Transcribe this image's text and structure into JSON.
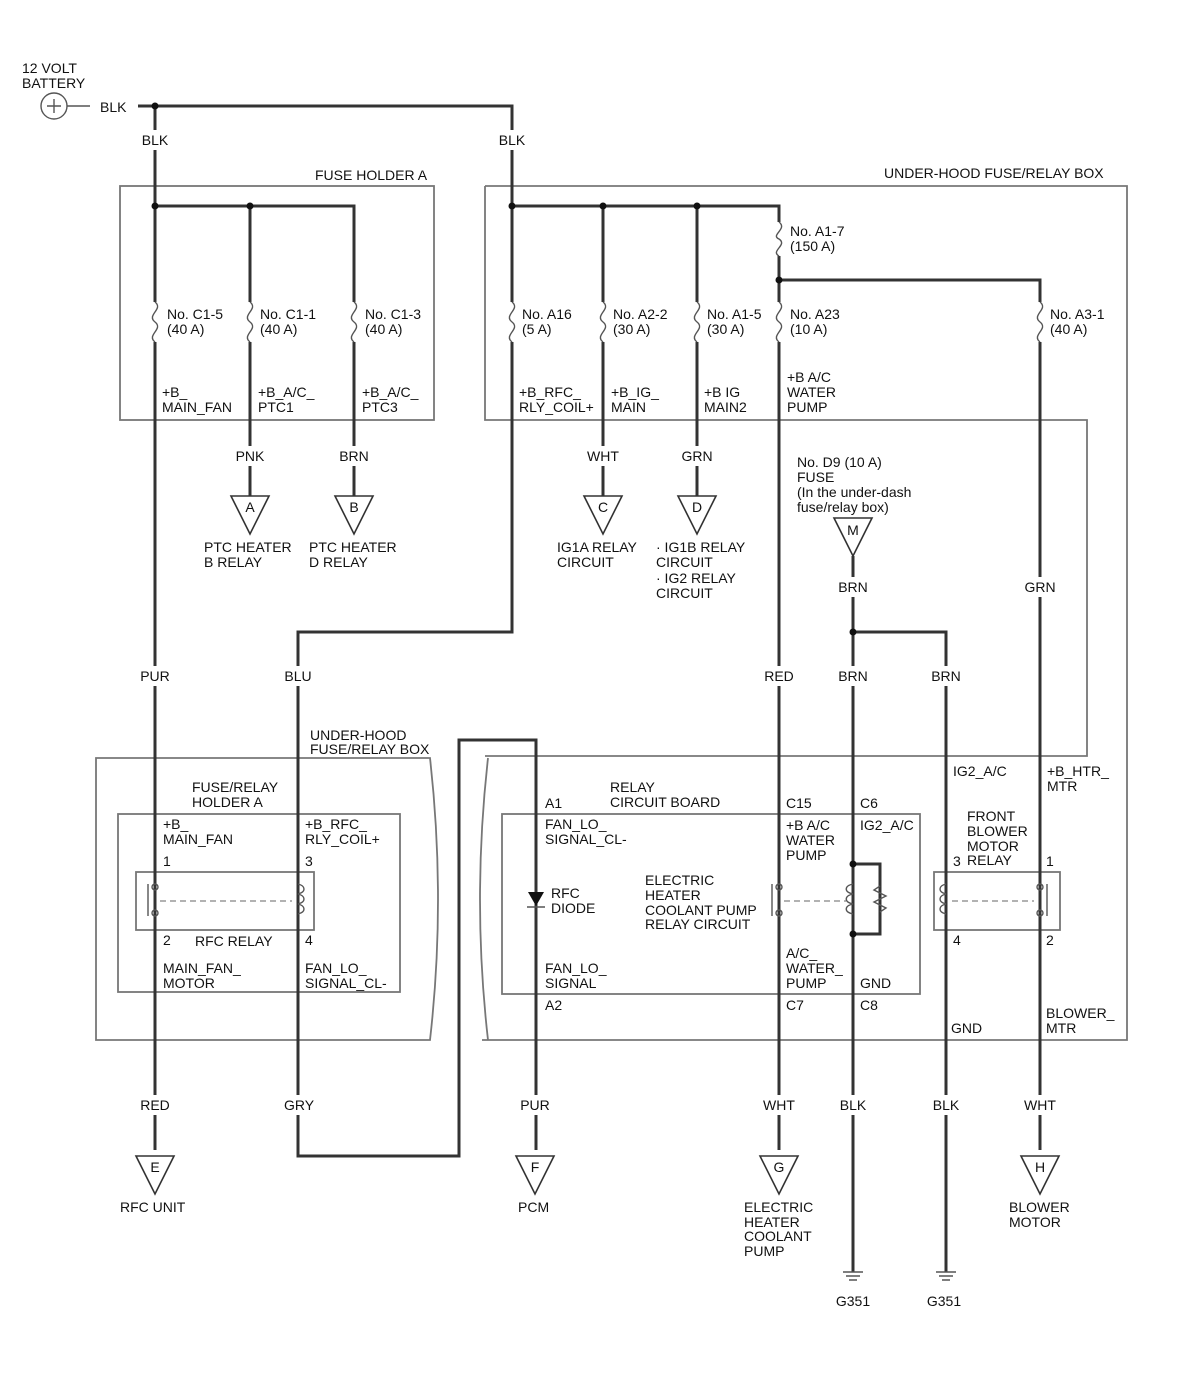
{
  "battery": {
    "line1": "12 VOLT",
    "line2": "BATTERY",
    "wire": "BLK"
  },
  "wire_colors": {
    "blk_left": "BLK",
    "blk_right": "BLK",
    "pnk": "PNK",
    "brn_b": "BRN",
    "wht_c": "WHT",
    "grn_d": "GRN",
    "brn_m": "BRN",
    "grn_a31": "GRN",
    "pur_top": "PUR",
    "blu": "BLU",
    "red_top": "RED",
    "brn_mid": "BRN",
    "brn_right": "BRN",
    "red_bot": "RED",
    "gry": "GRY",
    "pur_bot": "PUR",
    "wht_g": "WHT",
    "blk_g1": "BLK",
    "blk_g2": "BLK",
    "wht_h": "WHT"
  },
  "boxes": {
    "fuse_holder_a": "FUSE HOLDER A",
    "under_hood_top": "UNDER-HOOD FUSE/RELAY BOX",
    "under_hood_left_1": "UNDER-HOOD",
    "under_hood_left_2": "FUSE/RELAY BOX",
    "fuse_relay_holder_1": "FUSE/RELAY",
    "fuse_relay_holder_2": "HOLDER A",
    "relay_board_1": "RELAY",
    "relay_board_2": "CIRCUIT BOARD"
  },
  "fuses": {
    "c15": {
      "no": "No. C1-5",
      "amp": "(40 A)"
    },
    "c11": {
      "no": "No. C1-1",
      "amp": "(40 A)"
    },
    "c13": {
      "no": "No. C1-3",
      "amp": "(40 A)"
    },
    "a16": {
      "no": "No. A16",
      "amp": "(5 A)"
    },
    "a22": {
      "no": "No. A2-2",
      "amp": "(30 A)"
    },
    "a15": {
      "no": "No. A1-5",
      "amp": "(30 A)"
    },
    "a17": {
      "no": "No. A1-7",
      "amp": "(150 A)"
    },
    "a23": {
      "no": "No. A23",
      "amp": "(10 A)"
    },
    "a31": {
      "no": "No. A3-1",
      "amp": "(40 A)"
    }
  },
  "signals": {
    "main_fan_1": "+B_",
    "main_fan_2": "MAIN_FAN",
    "ptc1_1": "+B_A/C_",
    "ptc1_2": "PTC1",
    "ptc3_1": "+B_A/C_",
    "ptc3_2": "PTC3",
    "rfc_coil_1": "+B_RFC_",
    "rfc_coil_2": "RLY_COIL+",
    "ig_main_1": "+B_IG_",
    "ig_main_2": "MAIN",
    "ig_main2_1": "+B IG",
    "ig_main2_2": "MAIN2",
    "water_pump_1": "+B A/C",
    "water_pump_2": "WATER",
    "water_pump_3": "PUMP",
    "ig2_ac": "IG2_A/C",
    "htr_mtr_1": "+B_HTR_",
    "htr_mtr_2": "MTR",
    "blower_mtr_1": "BLOWER_",
    "blower_mtr_2": "MTR",
    "gnd_front": "GND"
  },
  "fuse_d9": {
    "line1": "No. D9 (10 A)",
    "line2": "FUSE",
    "line3": "(In the under-dash",
    "line4": "fuse/relay box)"
  },
  "rfc_relay": {
    "main_fan_1": "+B_",
    "main_fan_2": "MAIN_FAN",
    "coil_1": "+B_RFC_",
    "coil_2": "RLY_COIL+",
    "pin1": "1",
    "pin3": "3",
    "pin2": "2",
    "pin4": "4",
    "name": "RFC RELAY",
    "motor_1": "MAIN_FAN_",
    "motor_2": "MOTOR",
    "sig_1": "FAN_LO_",
    "sig_2": "SIGNAL_CL-"
  },
  "relay_board": {
    "a1": "A1",
    "a2": "A2",
    "c15": "C15",
    "c6": "C6",
    "c7": "C7",
    "c8": "C8",
    "fan_lo_cl_1": "FAN_LO_",
    "fan_lo_cl_2": "SIGNAL_CL-",
    "wp_1": "+B A/C",
    "wp_2": "WATER",
    "wp_3": "PUMP",
    "ig2": "IG2_A/C",
    "diode_1": "RFC",
    "diode_2": "DIODE",
    "ehc_1": "ELECTRIC",
    "ehc_2": "HEATER",
    "ehc_3": "COOLANT PUMP",
    "ehc_4": "RELAY CIRCUIT",
    "fan_lo_1": "FAN_LO_",
    "fan_lo_2": "SIGNAL",
    "acwp_1": "A/C_",
    "acwp_2": "WATER_",
    "acwp_3": "PUMP",
    "gnd": "GND"
  },
  "front_relay": {
    "name_1": "FRONT",
    "name_2": "BLOWER",
    "name_3": "MOTOR",
    "name_4": "RELAY",
    "pin3": "3",
    "pin1": "1",
    "pin4": "4",
    "pin2": "2"
  },
  "connectors": {
    "a": {
      "letter": "A",
      "l1": "PTC HEATER",
      "l2": "B RELAY"
    },
    "b": {
      "letter": "B",
      "l1": "PTC HEATER",
      "l2": "D RELAY"
    },
    "c": {
      "letter": "C",
      "l1": "IG1A RELAY",
      "l2": "CIRCUIT"
    },
    "d": {
      "letter": "D",
      "l1": "· IG1B RELAY",
      "l2": "CIRCUIT",
      "l3": "· IG2 RELAY",
      "l4": "CIRCUIT"
    },
    "m": {
      "letter": "M"
    },
    "e": {
      "letter": "E",
      "l1": "RFC UNIT"
    },
    "f": {
      "letter": "F",
      "l1": "PCM"
    },
    "g": {
      "letter": "G",
      "l1": "ELECTRIC",
      "l2": "HEATER",
      "l3": "COOLANT",
      "l4": "PUMP"
    },
    "h": {
      "letter": "H",
      "l1": "BLOWER",
      "l2": "MOTOR"
    }
  },
  "grounds": {
    "g1": "G351",
    "g2": "G351"
  }
}
